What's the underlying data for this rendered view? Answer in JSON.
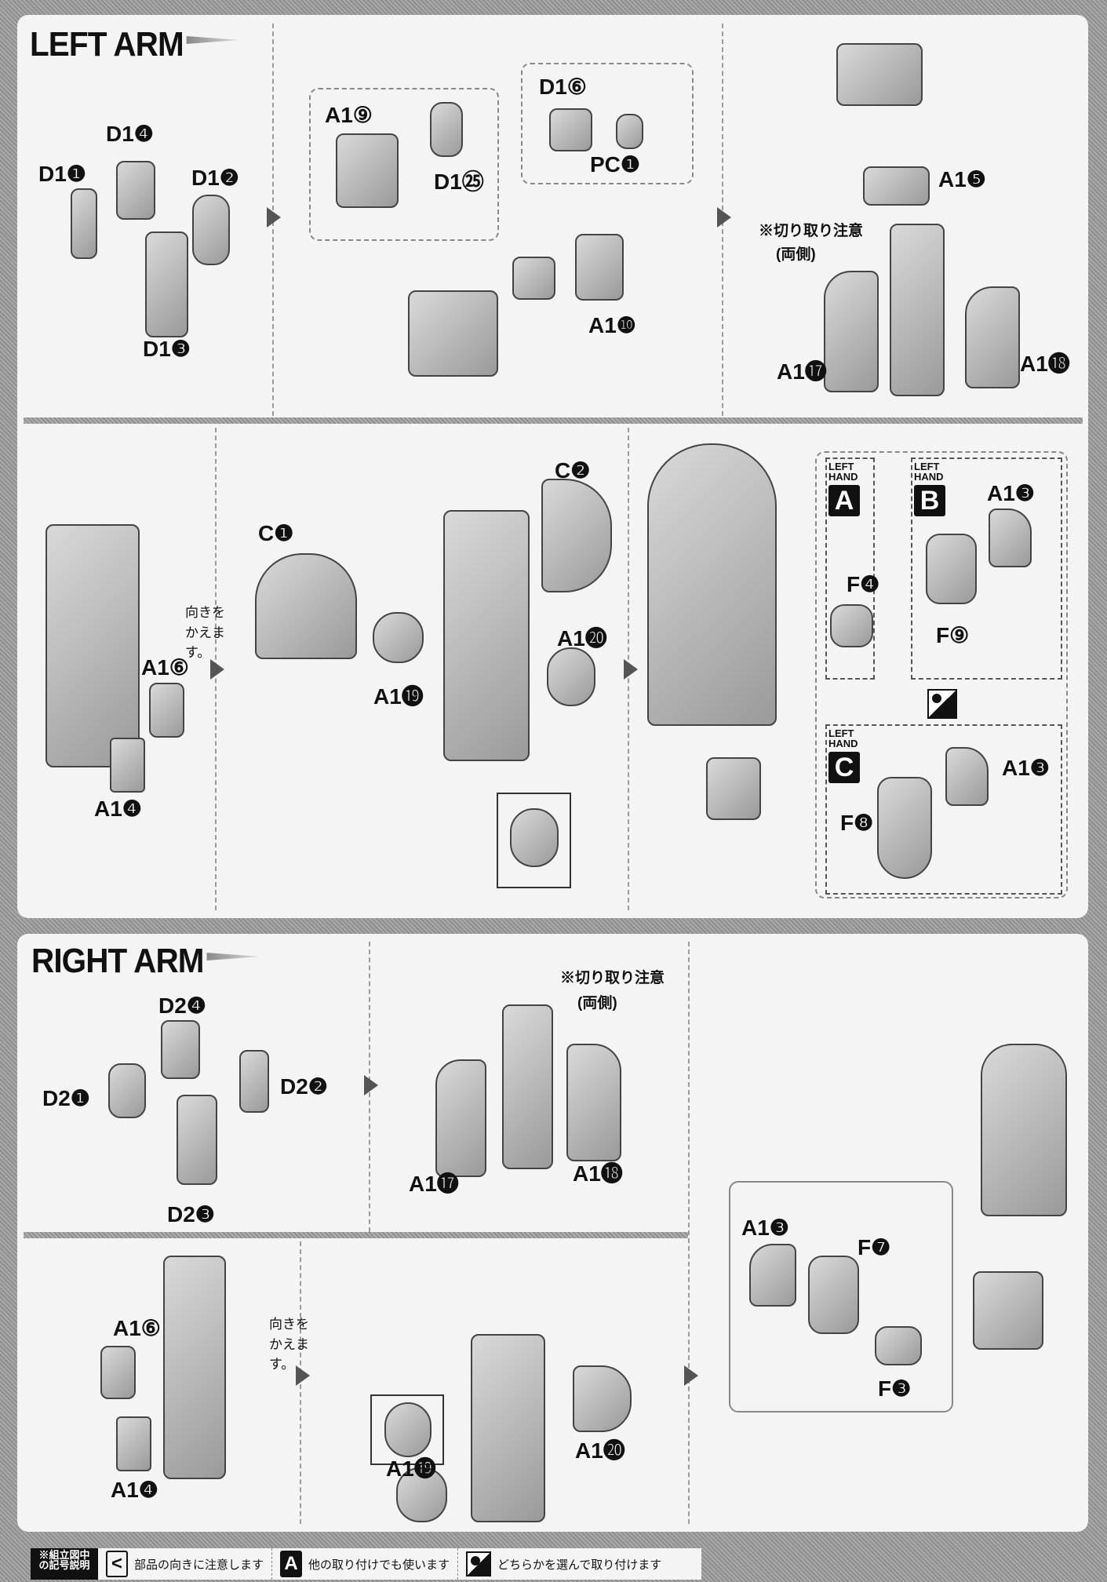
{
  "left_arm": {
    "title": "LEFT ARM",
    "step1": {
      "labels": [
        "D1❹",
        "D1❶",
        "D1❷",
        "D1❸"
      ]
    },
    "step2": {
      "labels": [
        "A1⑨",
        "D1㉕",
        "D1⑥",
        "PC❶",
        "A1❿"
      ]
    },
    "step3": {
      "labels": [
        "A1❺",
        "A1⓱",
        "A1⓲"
      ],
      "note": "※切り取り注意",
      "note_sub": "(両側)"
    },
    "step4": {
      "labels": [
        "A1⑥",
        "A1❹"
      ],
      "turn_note": "向きを かえます。"
    },
    "step5": {
      "labels": [
        "C❶",
        "C❷",
        "A1⓳",
        "A1⓴"
      ]
    },
    "step6": {
      "hand_a": {
        "caption": "LEFT HAND",
        "letter": "A",
        "labels": [
          "F❹"
        ]
      },
      "hand_b": {
        "caption": "LEFT HAND",
        "letter": "B",
        "labels": [
          "A1❸",
          "F⑨"
        ]
      },
      "hand_c": {
        "caption": "LEFT HAND",
        "letter": "C",
        "labels": [
          "A1❸",
          "F❽"
        ]
      }
    }
  },
  "right_arm": {
    "title": "RIGHT ARM",
    "step1": {
      "labels": [
        "D2❹",
        "D2❶",
        "D2❷",
        "D2❸"
      ]
    },
    "step2": {
      "labels": [
        "A1⓱",
        "A1⓲"
      ],
      "note": "※切り取り注意",
      "note_sub": "(両側)"
    },
    "step3": {
      "labels": [
        "A1⑥",
        "A1❹"
      ],
      "turn_note": "向きを かえます。"
    },
    "step4": {
      "labels": [
        "A1⓳",
        "A1⓴"
      ]
    },
    "step5": {
      "labels": [
        "A1❸",
        "F❼",
        "F❸"
      ]
    }
  },
  "legend": {
    "heading": "※組立図中の記号説明",
    "items": [
      {
        "icon": "<",
        "text": "部品の向きに注意します"
      },
      {
        "icon": "A",
        "text": "他の取り付けでも使います"
      },
      {
        "icon": "select-icon",
        "text": "どちらかを選んで取り付けます"
      }
    ]
  }
}
